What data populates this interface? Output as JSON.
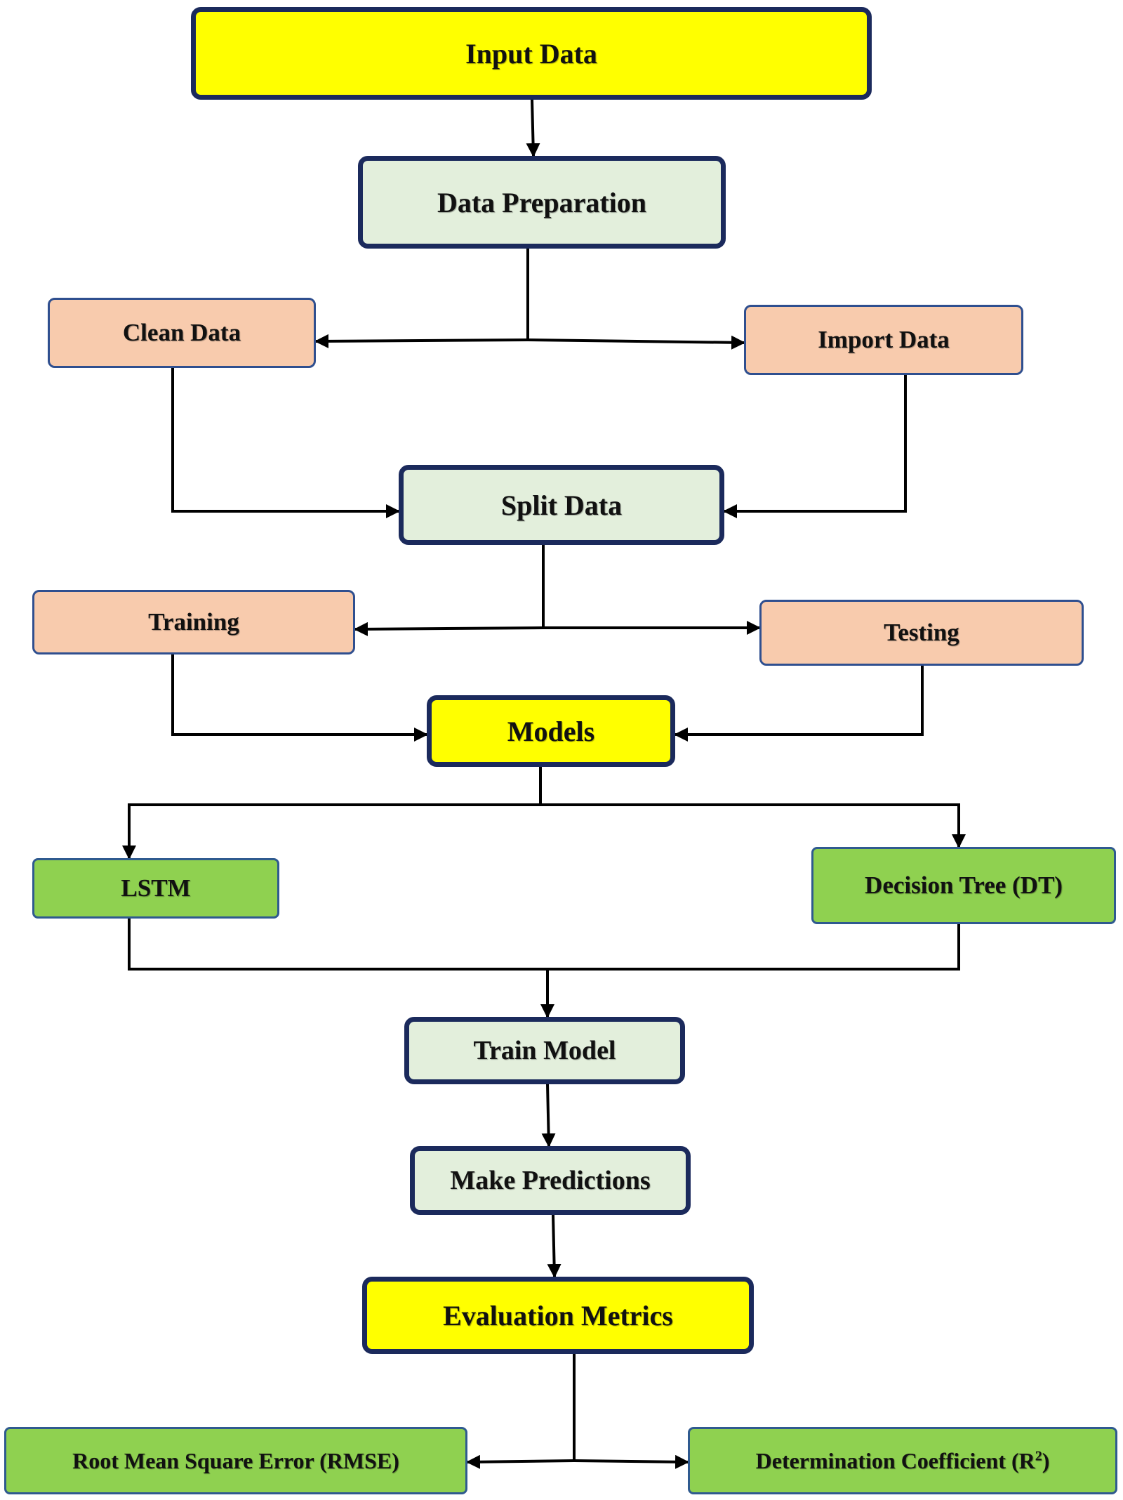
{
  "diagram": {
    "nodes": {
      "input": "Input Data",
      "prep": "Data Preparation",
      "clean": "Clean Data",
      "import": "Import Data",
      "split": "Split Data",
      "training": "Training",
      "testing": "Testing",
      "models": "Models",
      "lstm": "LSTM",
      "dt": "Decision Tree (DT)",
      "train_model": "Train Model",
      "predictions": "Make Predictions",
      "evaluation": "Evaluation Metrics",
      "rmse": "Root Mean Square Error (RMSE)",
      "r2": "Determination Coefficient (R"
    },
    "r2_superscript": "2",
    "r2_suffix": ")",
    "edges": [
      [
        "input",
        "prep"
      ],
      [
        "prep",
        "clean"
      ],
      [
        "prep",
        "import"
      ],
      [
        "clean",
        "split"
      ],
      [
        "import",
        "split"
      ],
      [
        "split",
        "training"
      ],
      [
        "split",
        "testing"
      ],
      [
        "training",
        "models"
      ],
      [
        "testing",
        "models"
      ],
      [
        "models",
        "lstm"
      ],
      [
        "models",
        "dt"
      ],
      [
        "lstm",
        "train_model"
      ],
      [
        "dt",
        "train_model"
      ],
      [
        "train_model",
        "predictions"
      ],
      [
        "predictions",
        "evaluation"
      ],
      [
        "evaluation",
        "rmse"
      ],
      [
        "evaluation",
        "r2"
      ]
    ]
  },
  "colors": {
    "highlight_fill": "#ffff00",
    "step_fill": "#e3efdc",
    "branch_fill": "#f8cbad",
    "model_fill": "#8fd150",
    "dark_border": "#1b2a5c",
    "connector": "#000000"
  }
}
